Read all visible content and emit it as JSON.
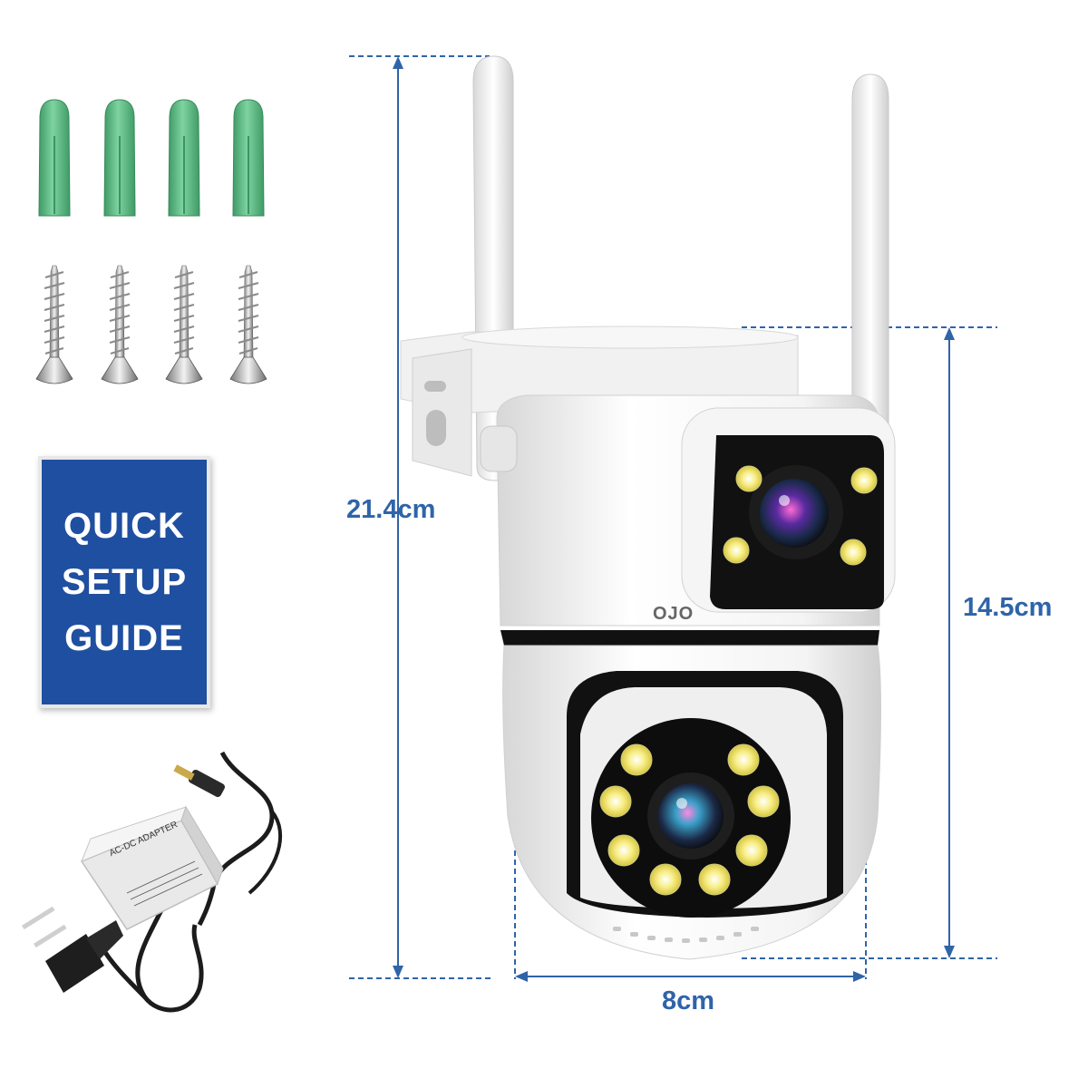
{
  "guide": {
    "lines": [
      "QUICK",
      "SETUP",
      "GUIDE"
    ]
  },
  "dimensions": {
    "height_total": "21.4cm",
    "height_body": "14.5cm",
    "width": "8cm"
  },
  "camera": {
    "logo": "OJO"
  },
  "adapter": {
    "label": "AC-DC ADAPTER"
  },
  "colors": {
    "dimension_line": "#2f64a8",
    "anchor_green": "#55b87e",
    "guide_blue": "#1f4fa0",
    "led_yellow": "#f5e76a"
  },
  "accessories": {
    "wall_anchors": 4,
    "screws": 4
  }
}
